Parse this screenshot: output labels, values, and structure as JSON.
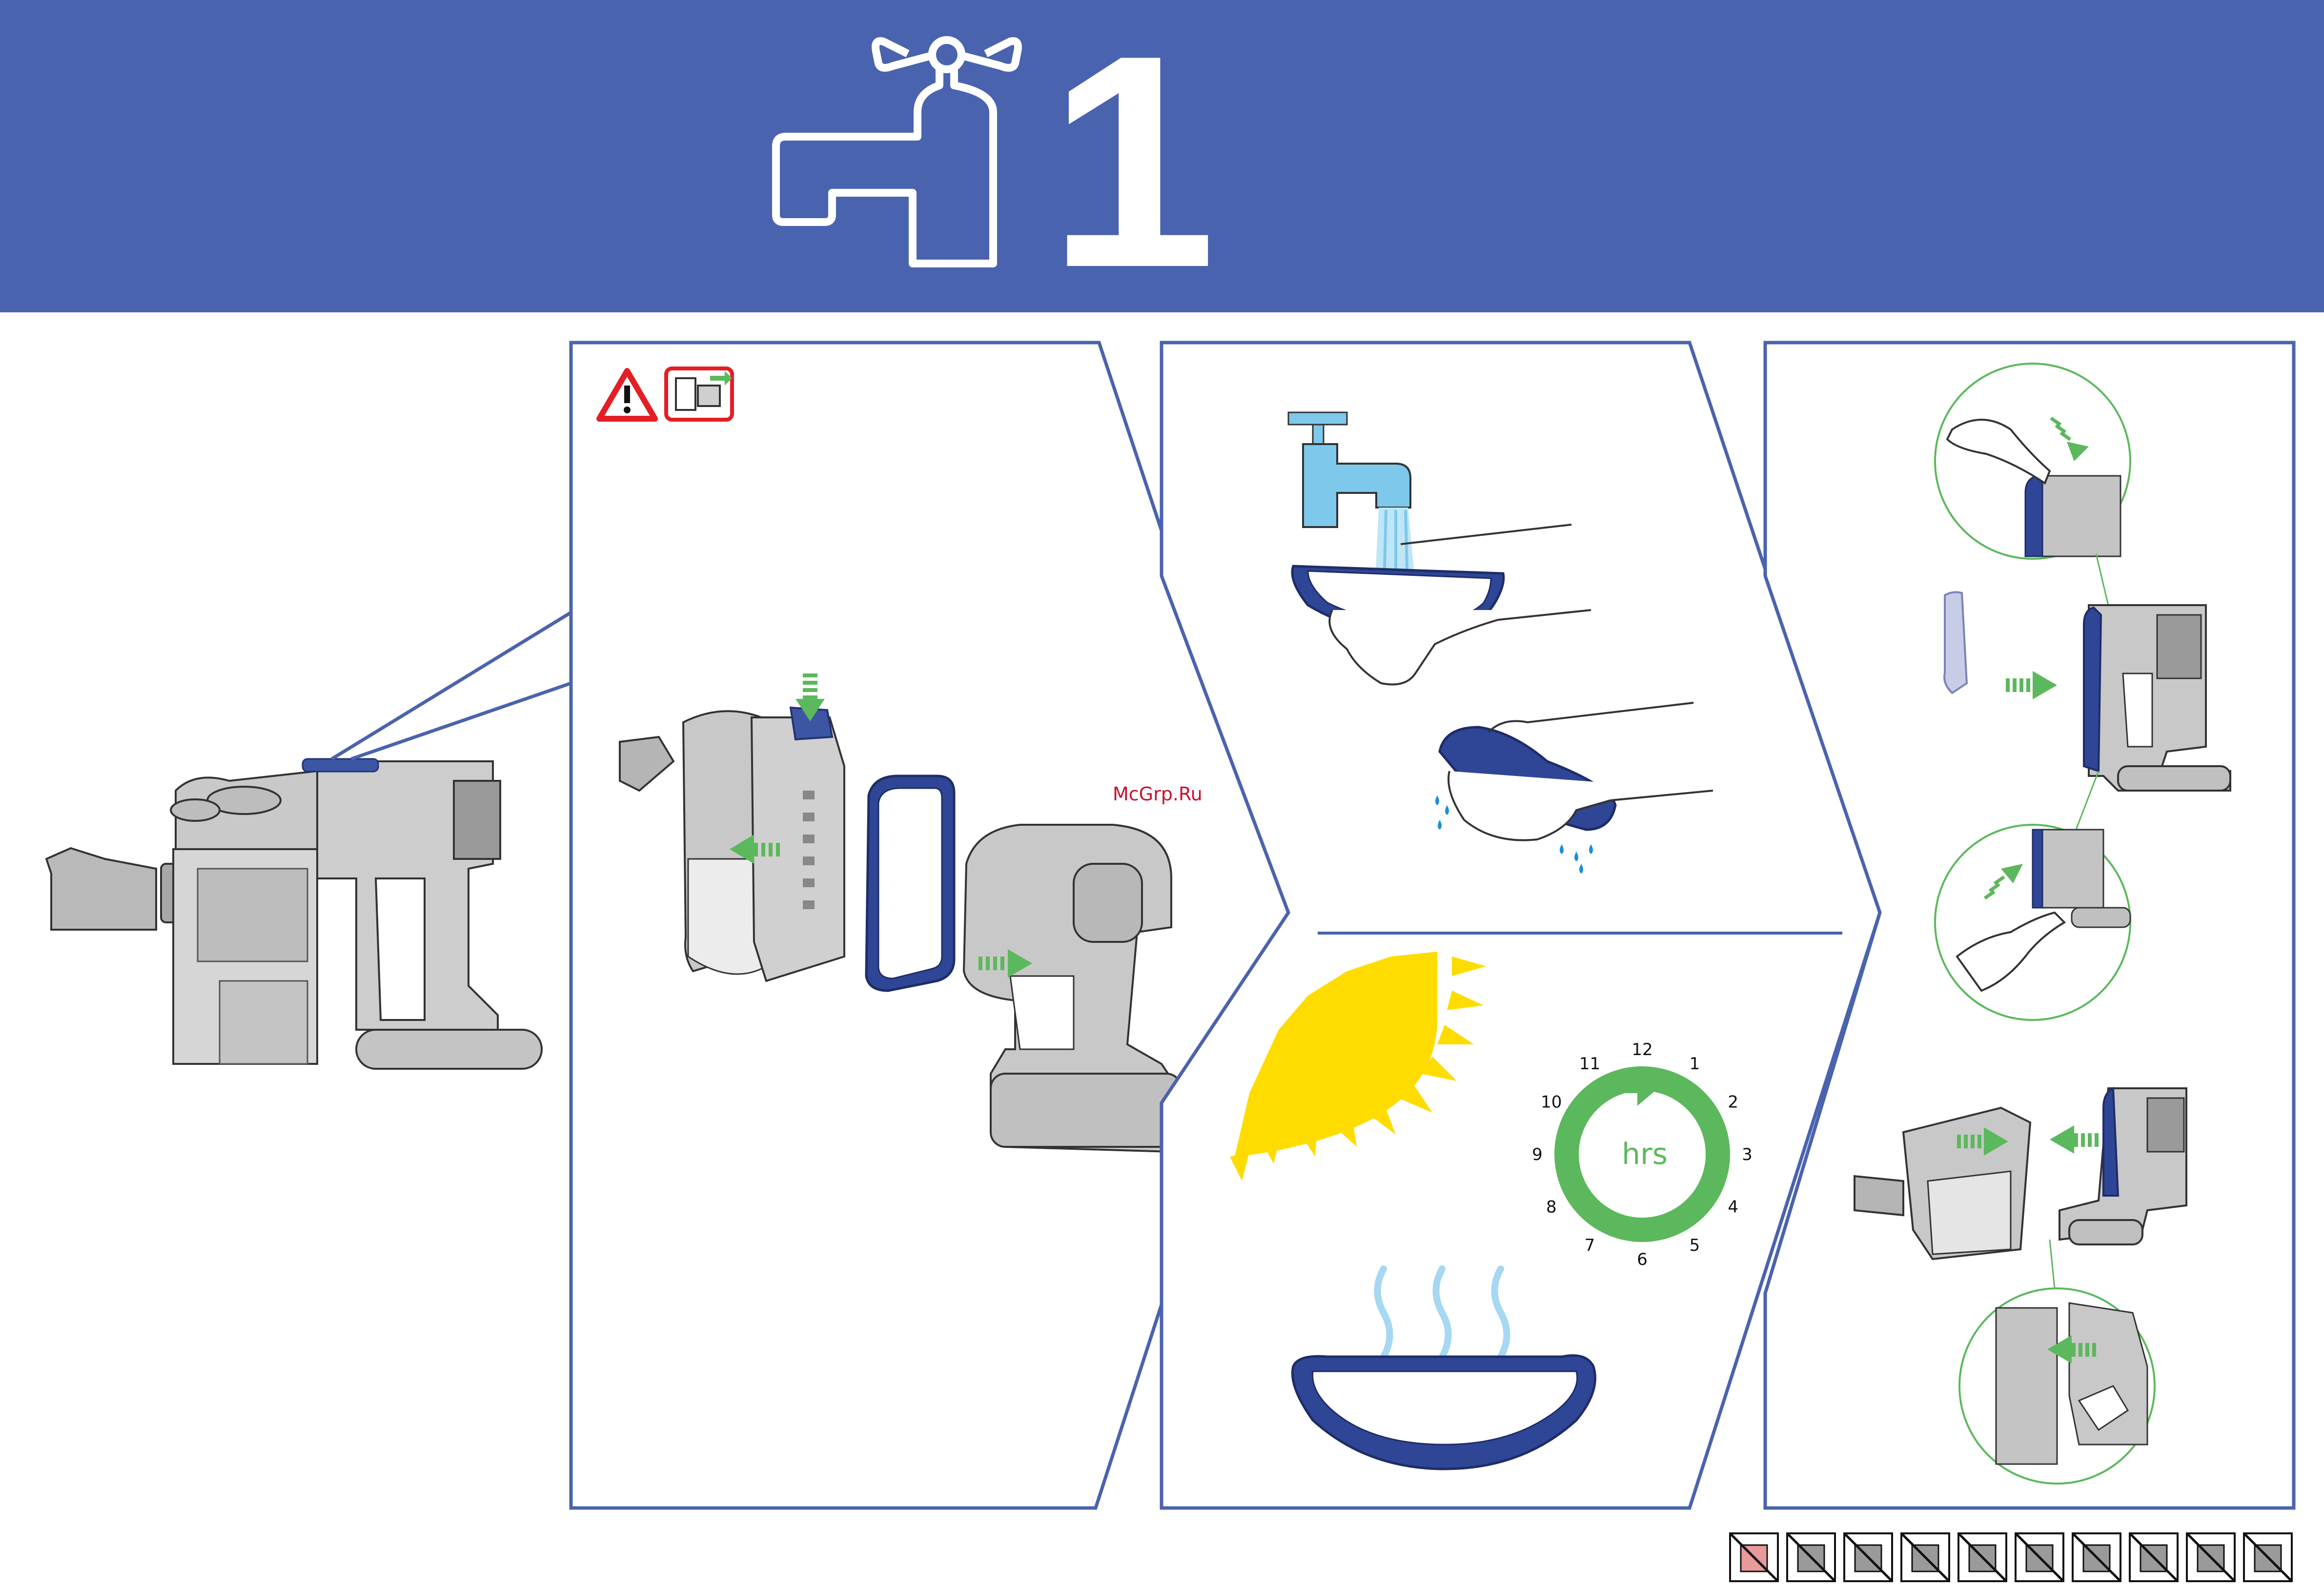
{
  "header": {
    "step_number": "1",
    "band_color": "#4a63ae",
    "icon": "tap-icon"
  },
  "watermark": "McGrp.Ru",
  "warning": {
    "icons": [
      "warning-triangle-icon",
      "unplug-charger-icon"
    ]
  },
  "drying": {
    "unit": "hrs",
    "clock_numbers": [
      "12",
      "1",
      "2",
      "3",
      "4",
      "5",
      "6",
      "7",
      "8",
      "9",
      "10",
      "11"
    ]
  },
  "colors": {
    "brand_blue": "#4a63ae",
    "filter_blue": "#2f4596",
    "arrow_green": "#5cb85c",
    "sun_yellow": "#ffdc00",
    "water_blue": "#7ec8ec",
    "warning_red": "#e31e24",
    "machine_grey": "#c8c8c8"
  },
  "footer": {
    "prohibition_icons": [
      "no-hairdryer-icon",
      "no-detergent-icon",
      "no-fire-icon",
      "no-tumble-dryer-icon",
      "no-washing-machine-icon",
      "no-washing-machine-2-icon",
      "no-microwave-icon",
      "no-oven-icon",
      "no-dishwasher-icon",
      "no-spray-icon"
    ]
  }
}
